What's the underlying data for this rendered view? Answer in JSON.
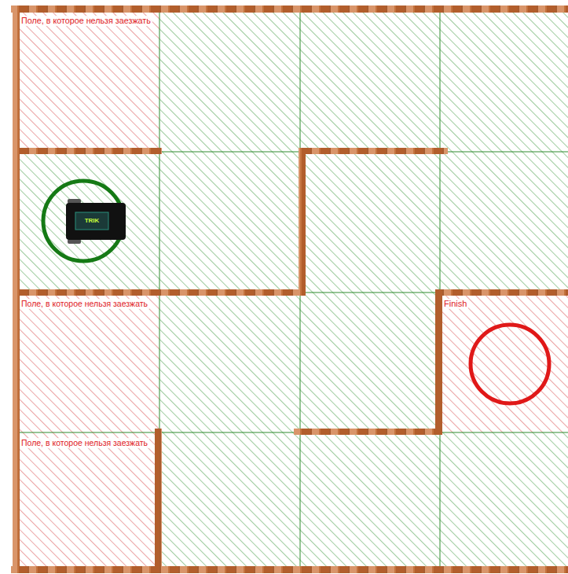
{
  "diagram": {
    "nodes": [
      {
        "text": [
          "Поле, в которое нельзя заезжать"
        ]
      },
      {
        "text": [
          "Поле, в которое нельзя заезжать"
        ]
      },
      {
        "text": [
          "Поле, в которое нельзя заезжать"
        ]
      },
      {
        "text": [
          "Finish"
        ]
      }
    ],
    "labels": [
      "TRIK"
    ]
  }
}
